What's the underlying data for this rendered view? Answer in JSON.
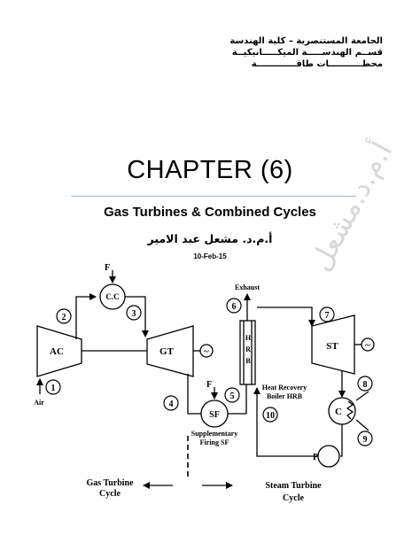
{
  "header": {
    "line1": "الجامعة المستنصرية – كلية الهندسة",
    "line2": "قســم الهندســـــة الميكـــــانيكيــة",
    "line3": "محطـــــــــــات طاقـــــــــــــة"
  },
  "watermark": "أ.م.د.مشعل",
  "chapter": {
    "title": "CHAPTER (6)",
    "subtitle": "Gas Turbines & Combined Cycles",
    "author": "أ.م.د. مشعل عبد الامير",
    "date": "10-Feb-15"
  },
  "diagram": {
    "fuel1": "F",
    "fuel2": "F",
    "cc": "C.C",
    "ac": "AC",
    "gt": "GT",
    "st": "ST",
    "sf": "SF",
    "condenser": "C",
    "pump": "P",
    "air": "Air",
    "exhaust": "Exhaust",
    "hrb_letters": [
      "H",
      "R",
      "B"
    ],
    "hrb_label_line1": "Heat Recovery",
    "hrb_label_line2": "Boiler HRB",
    "sf_label_line1": "Supplementary",
    "sf_label_line2": "Firing SF",
    "generator_symbol": "~",
    "states": [
      "1",
      "2",
      "3",
      "4",
      "5",
      "6",
      "7",
      "8",
      "9",
      "10"
    ],
    "gas_cycle_line1": "Gas Turbine",
    "gas_cycle_line2": "Cycle",
    "steam_cycle_line1": "Steam Turbine",
    "steam_cycle_line2": "Cycle"
  }
}
